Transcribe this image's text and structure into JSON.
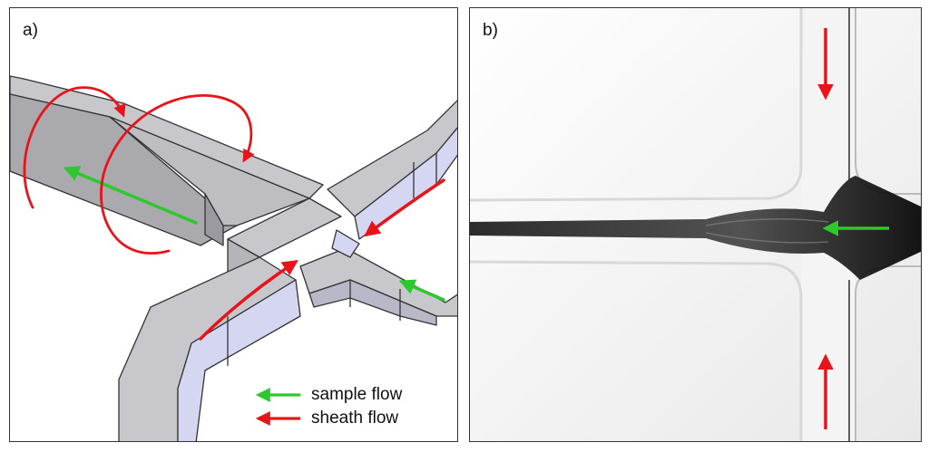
{
  "panels": {
    "a": {
      "label": "a)"
    },
    "b": {
      "label": "b)"
    }
  },
  "legend": {
    "sample_flow": "sample flow",
    "sheath_flow": "sheath flow"
  },
  "colors": {
    "sample_flow": "#2ec82e",
    "sheath_flow": "#e8141c",
    "channel_top": "#c8c8cc",
    "channel_side": "#a9a9ae",
    "channel_inner": "#d4d6f2",
    "outline": "#333333"
  }
}
